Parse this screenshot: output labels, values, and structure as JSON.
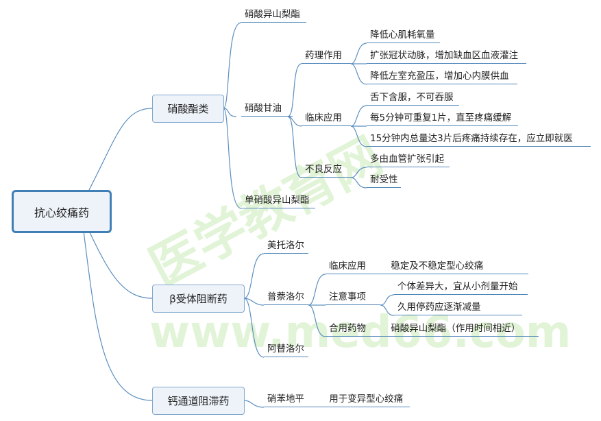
{
  "root": "抗心绞痛药",
  "nitrates": {
    "label": "硝酸酯类",
    "isosorbide_dinitrate": "硝酸异山梨酯",
    "nitroglycerin": {
      "label": "硝酸甘油",
      "pharmacology": {
        "label": "药理作用",
        "items": [
          "降低心肌耗氧量",
          "扩张冠状动脉，增加缺血区血液灌注",
          "降低左室充盈压，增加心内膜供血"
        ]
      },
      "clinical": {
        "label": "临床应用",
        "items": [
          "舌下含服，不可吞服",
          "每5分钟可重复1片，直至疼痛缓解",
          "15分钟内总量达3片后疼痛持续存在，应立即就医"
        ]
      },
      "adverse": {
        "label": "不良反应",
        "items": [
          "多由血管扩张引起",
          "耐受性"
        ]
      }
    },
    "isosorbide_mononitrate": "单硝酸异山梨酯"
  },
  "beta_blockers": {
    "label": "β受体阻断药",
    "metoprolol": "美托洛尔",
    "propranolol": {
      "label": "普萘洛尔",
      "clinical": {
        "label": "临床应用",
        "value": "稳定及不稳定型心绞痛"
      },
      "precautions": {
        "label": "注意事项",
        "items": [
          "个体差异大，宜从小剂量开始",
          "久用停药应逐渐减量"
        ]
      },
      "combination": {
        "label": "合用药物",
        "value": "硝酸异山梨酯（作用时间相近）"
      }
    },
    "atenolol": "阿替洛尔"
  },
  "ccb": {
    "label": "钙通道阻滞药",
    "nifedipine": {
      "label": "硝苯地平",
      "value": "用于变异型心绞痛"
    }
  },
  "watermark": {
    "cn": "医学教育网",
    "url": "www.med66.com"
  }
}
